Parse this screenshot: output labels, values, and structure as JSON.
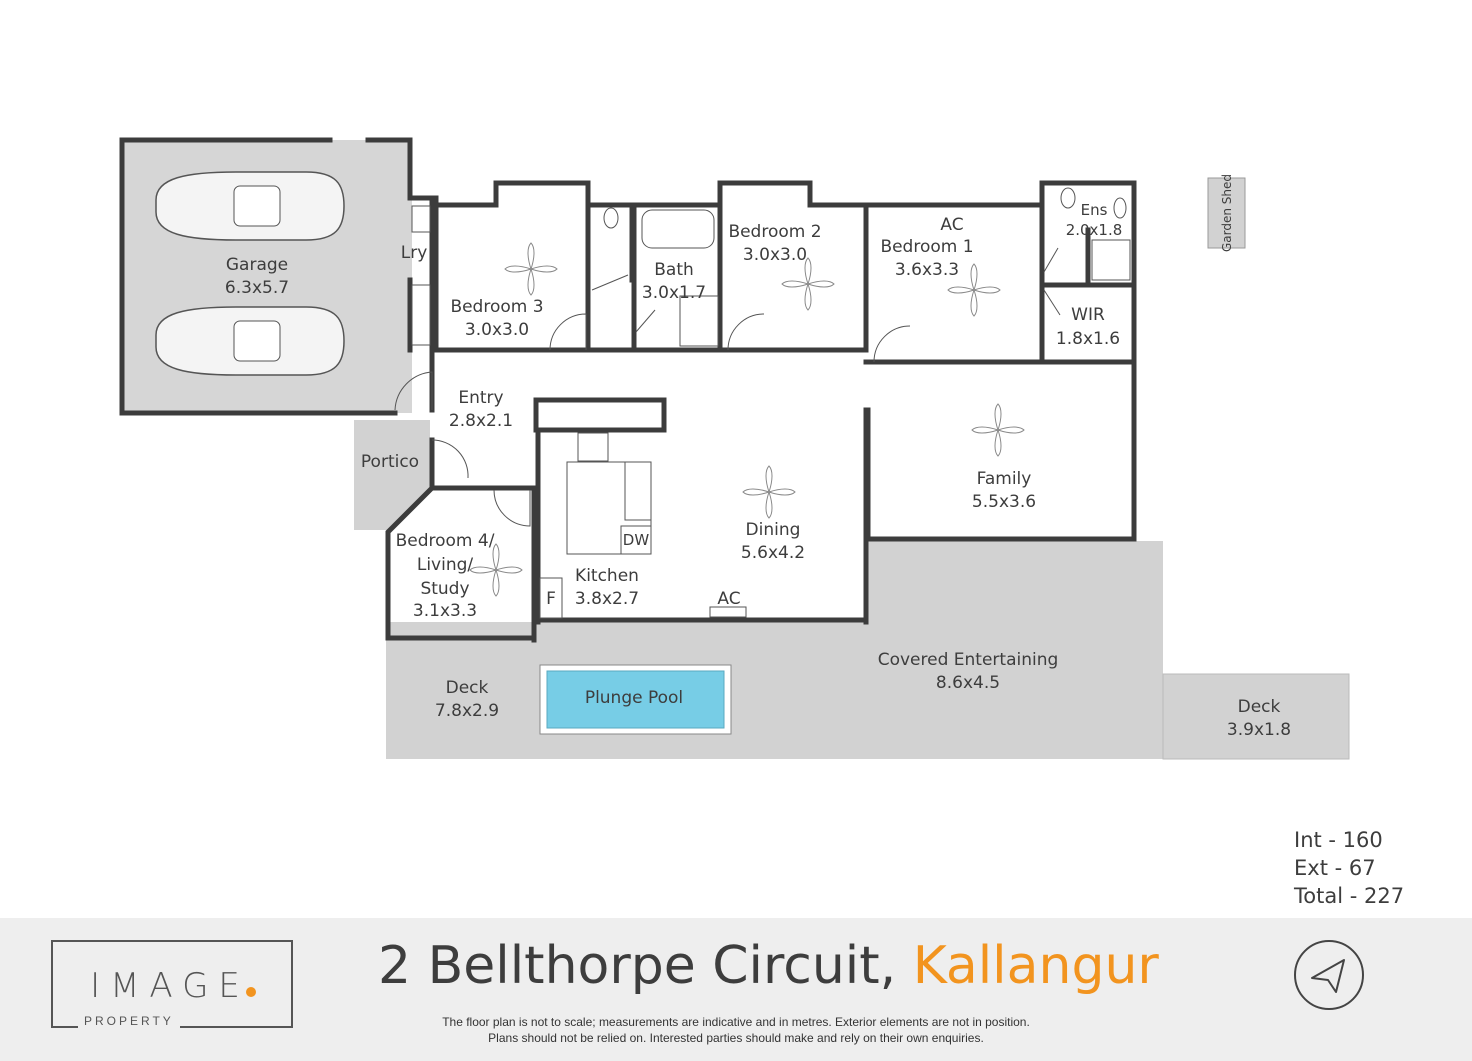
{
  "rooms": {
    "garage": {
      "name": "Garage",
      "size": "6.3x5.7"
    },
    "laundry": {
      "name": "Lry"
    },
    "bedroom3": {
      "name": "Bedroom 3",
      "size": "3.0x3.0"
    },
    "bath": {
      "name": "Bath",
      "size": "3.0x1.7"
    },
    "bedroom2": {
      "name": "Bedroom 2",
      "size": "3.0x3.0"
    },
    "bedroom1": {
      "name": "Bedroom 1",
      "size": "3.6x3.3",
      "ac": "AC"
    },
    "ensuite": {
      "name": "Ens",
      "size": "2.0x1.8"
    },
    "wir": {
      "name": "WIR",
      "size": "1.8x1.6"
    },
    "garden_shed": {
      "name": "Garden Shed"
    },
    "entry": {
      "name": "Entry",
      "size": "2.8x2.1"
    },
    "portico": {
      "name": "Portico"
    },
    "bedroom4": {
      "name_line1": "Bedroom 4/",
      "name_line2": "Living/",
      "name_line3": "Study",
      "size": "3.1x3.3"
    },
    "kitchen": {
      "name": "Kitchen",
      "size": "3.8x2.7",
      "dw": "DW",
      "fridge": "F"
    },
    "dining": {
      "name": "Dining",
      "size": "5.6x4.2",
      "ac": "AC"
    },
    "family": {
      "name": "Family",
      "size": "5.5x3.6"
    },
    "deck1": {
      "name": "Deck",
      "size": "7.8x2.9"
    },
    "plunge_pool": {
      "name": "Plunge Pool"
    },
    "covered_entertaining": {
      "name": "Covered Entertaining",
      "size": "8.6x4.5"
    },
    "deck2": {
      "name": "Deck",
      "size": "3.9x1.8"
    }
  },
  "areas": {
    "int": "Int -  160",
    "ext": "Ext -  67",
    "total": "Total - 227"
  },
  "footer": {
    "logo_word": "IMAGE",
    "logo_sub": "PROPERTY",
    "address_street": "2 Bellthorpe Circuit, ",
    "address_suburb": "Kallangur",
    "disclaimer_line1": "The floor plan is not to scale; measurements are indicative and in metres. Exterior elements are not in position.",
    "disclaimer_line2": "Plans should not be relied on. Interested parties should make and rely on their own enquiries."
  },
  "colors": {
    "accent": "#f2941f",
    "outdoor_grey": "#d2d2d2",
    "garage_grey": "#d6d6d6",
    "pool_blue": "#77cde6",
    "wall": "#3c3c3c",
    "footer_bg": "#eeeeee"
  },
  "icons": [
    "ceiling-fan-icon",
    "car-icon",
    "compass-arrow-icon"
  ]
}
